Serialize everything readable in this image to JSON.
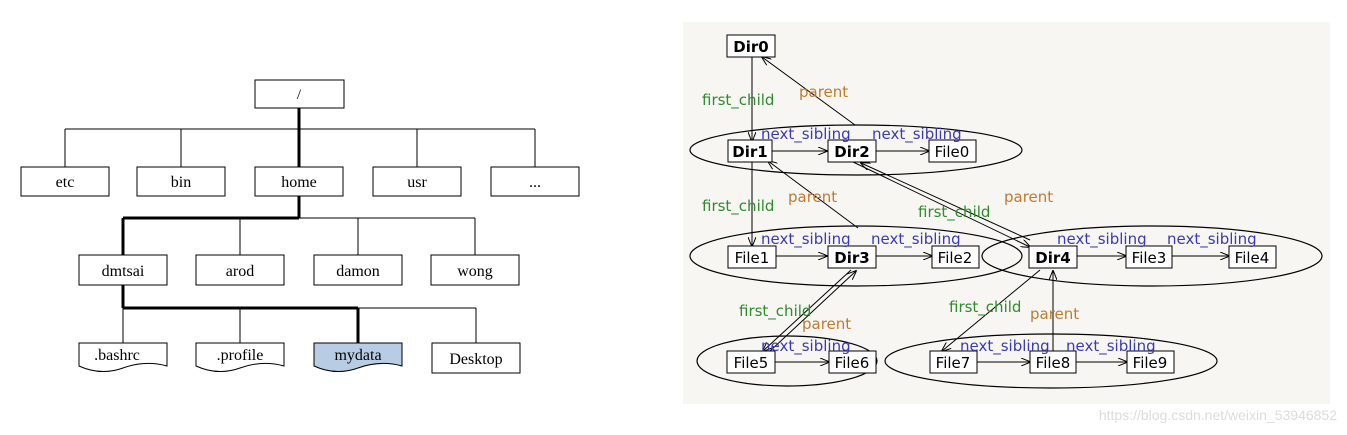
{
  "left_tree": {
    "root": "/",
    "level1": [
      "etc",
      "bin",
      "home",
      "usr",
      "..."
    ],
    "level2": [
      "dmtsai",
      "arod",
      "damon",
      "wong"
    ],
    "level3": [
      ".bashrc",
      ".profile",
      "mydata",
      "Desktop"
    ]
  },
  "right_graph": {
    "nodes": {
      "dir0": "Dir0",
      "dir1": "Dir1",
      "dir2": "Dir2",
      "dir3": "Dir3",
      "dir4": "Dir4",
      "file0": "File0",
      "file1": "File1",
      "file2": "File2",
      "file3": "File3",
      "file4": "File4",
      "file5": "File5",
      "file6": "File6",
      "file7": "File7",
      "file8": "File8",
      "file9": "File9"
    },
    "labels": {
      "first_child": "first_child",
      "parent": "parent",
      "next_sibling": "next_sibling"
    },
    "colors": {
      "first_child": "#2e8b2e",
      "parent": "#c07a30",
      "next_sibling": "#3a3ab8",
      "mydata_fill": "#b8cce4"
    }
  },
  "watermark": "https://blog.csdn.net/weixin_53946852"
}
